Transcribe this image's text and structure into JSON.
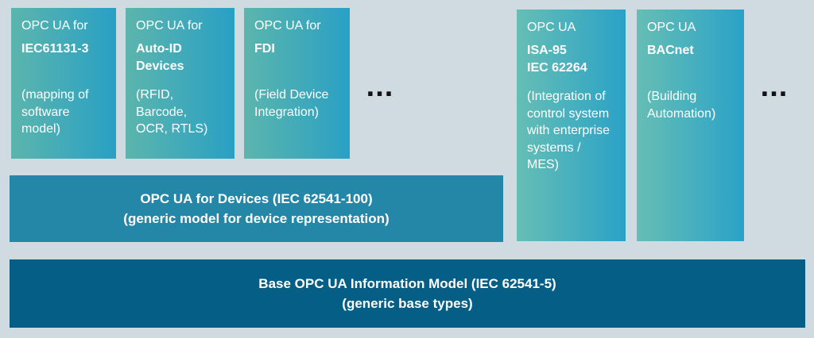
{
  "diagram": {
    "top_boxes": [
      {
        "header": "OPC UA for",
        "title": "IEC61131-3",
        "desc": "(mapping of\nsoftware\nmodel)"
      },
      {
        "header": "OPC UA for",
        "title": "Auto-ID\nDevices",
        "desc": "(RFID,\nBarcode,\nOCR, RTLS)"
      },
      {
        "header": "OPC UA for",
        "title": "FDI",
        "desc": "(Field Device\nIntegration)"
      },
      {
        "header": "OPC UA",
        "title": "ISA-95\nIEC 62264",
        "desc": "(Integration of\ncontrol system\nwith enterprise\nsystems /\nMES)"
      },
      {
        "header": "OPC UA",
        "title": "BACnet",
        "desc": "(Building\nAutomation)"
      }
    ],
    "ellipsis_left": "...",
    "ellipsis_right": "...",
    "devices_bar_text": "OPC UA for Devices (IEC 62541-100)\n(generic model for device representation)",
    "base_bar_text": "Base OPC UA Information Model (IEC 62541-5)\n(generic base types)",
    "colors": {
      "background": "#cfdae1",
      "box_gradient_start": "#5cb5ad",
      "box_gradient_end": "#29a0c4",
      "devices_bar_fill": "#2587a8",
      "base_bar_fill": "#055e86",
      "text": "#ffffff",
      "ellipsis": "#111111"
    }
  }
}
